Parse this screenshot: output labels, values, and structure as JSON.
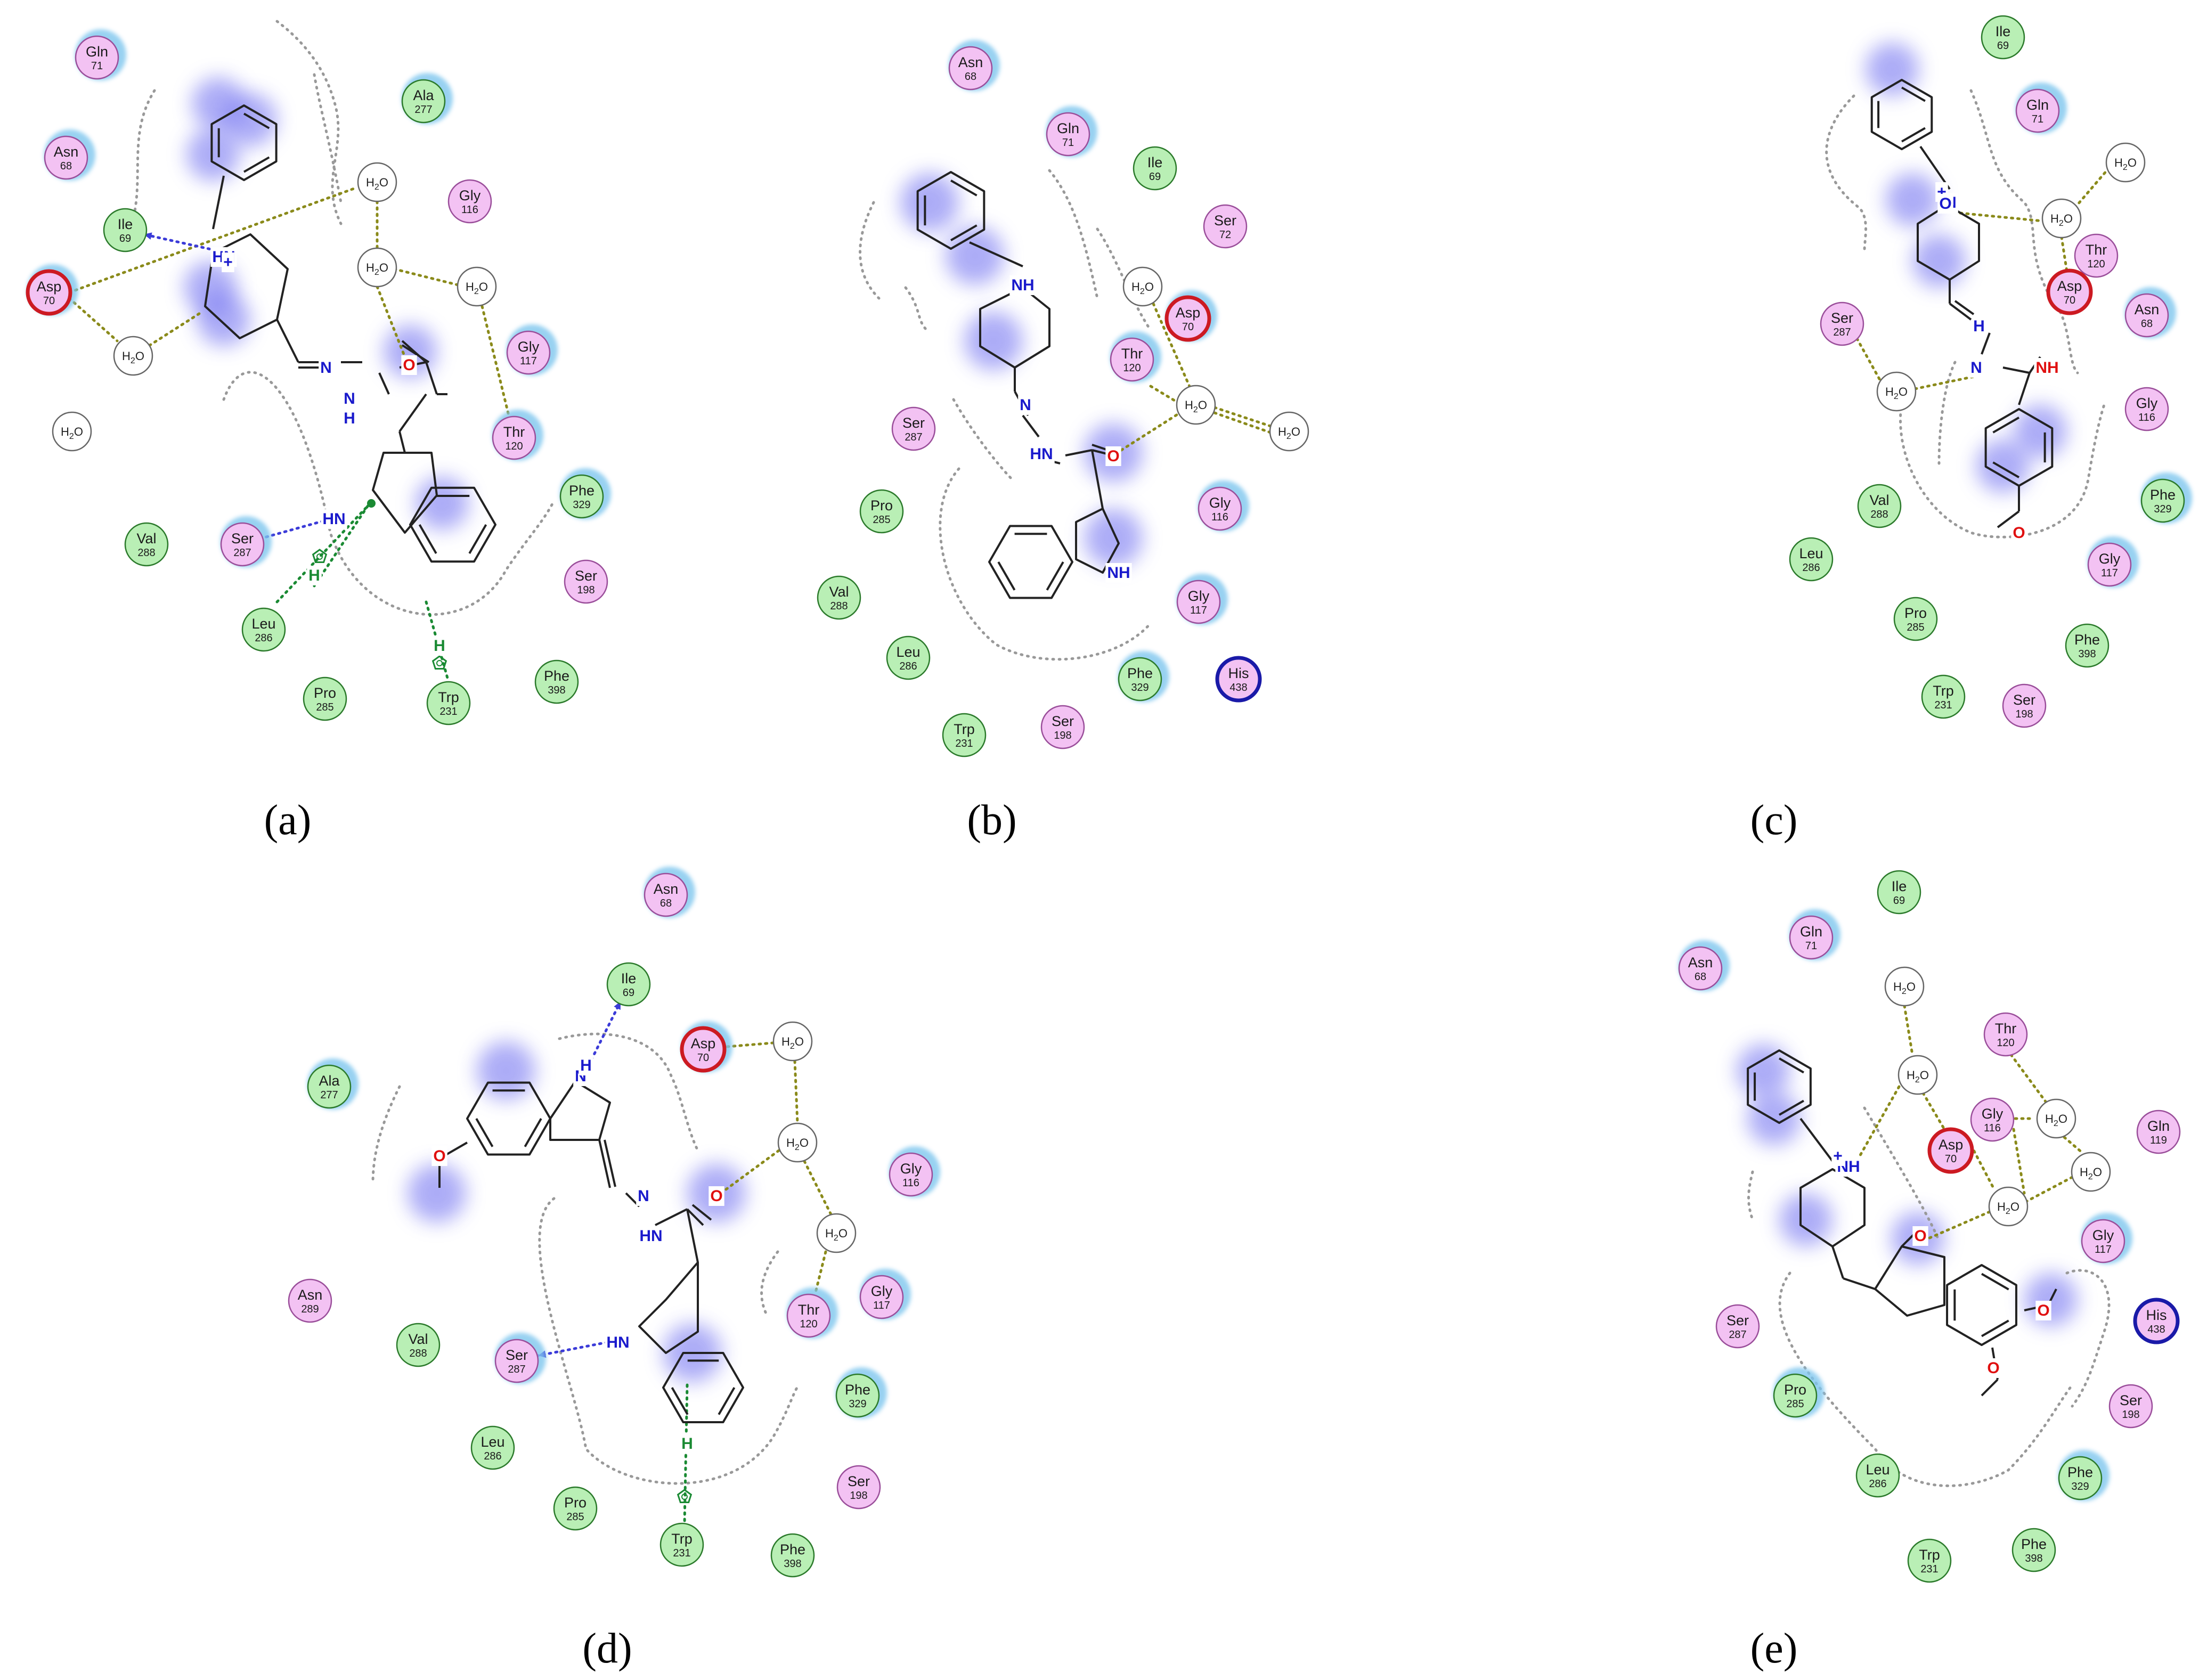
{
  "colors": {
    "hydrophobic": "#b9efb5",
    "polar": "#f3c2f3",
    "negative_ring": "#cc1a22",
    "positive_ring": "#1a1aa8",
    "water": "#ffffff",
    "exposure_halo": "#7fc6ee",
    "ligand_glow": "#6a6af0",
    "hbond": "#3b3bd8",
    "pi_contact": "#1a8a33",
    "water_contact": "#8a8a1a",
    "pocket_outline": "#999999"
  },
  "panels": [
    {
      "id": "a",
      "label": "(a)",
      "residues": [
        {
          "name": "Gln",
          "num": "71",
          "type": "polar",
          "halo": true
        },
        {
          "name": "Asn",
          "num": "68",
          "type": "polar",
          "halo": true
        },
        {
          "name": "Ala",
          "num": "277",
          "type": "hydrophobic",
          "halo": true
        },
        {
          "name": "Ile",
          "num": "69",
          "type": "hydrophobic",
          "halo": false
        },
        {
          "name": "Gly",
          "num": "116",
          "type": "polar",
          "halo": false
        },
        {
          "name": "Asp",
          "num": "70",
          "type": "negative",
          "halo": true
        },
        {
          "name": "Gly",
          "num": "117",
          "type": "polar",
          "halo": true
        },
        {
          "name": "Thr",
          "num": "120",
          "type": "polar",
          "halo": true
        },
        {
          "name": "Phe",
          "num": "329",
          "type": "hydrophobic",
          "halo": true
        },
        {
          "name": "Val",
          "num": "288",
          "type": "hydrophobic",
          "halo": false
        },
        {
          "name": "Ser",
          "num": "287",
          "type": "polar",
          "halo": true
        },
        {
          "name": "Ser",
          "num": "198",
          "type": "polar",
          "halo": false
        },
        {
          "name": "Leu",
          "num": "286",
          "type": "hydrophobic",
          "halo": false
        },
        {
          "name": "Phe",
          "num": "398",
          "type": "hydrophobic",
          "halo": false
        },
        {
          "name": "Pro",
          "num": "285",
          "type": "hydrophobic",
          "halo": false
        },
        {
          "name": "Trp",
          "num": "231",
          "type": "hydrophobic",
          "halo": false
        }
      ],
      "waters": [
        "H2O",
        "H2O",
        "H2O",
        "H2O",
        "H2O"
      ],
      "atoms": [
        "HN",
        "+",
        "O",
        "N",
        "N",
        "H",
        "HN",
        "H",
        "H"
      ]
    },
    {
      "id": "b",
      "label": "(b)",
      "residues": [
        {
          "name": "Asn",
          "num": "68",
          "type": "polar",
          "halo": true
        },
        {
          "name": "Gln",
          "num": "71",
          "type": "polar",
          "halo": true
        },
        {
          "name": "Ile",
          "num": "69",
          "type": "hydrophobic",
          "halo": false
        },
        {
          "name": "Ser",
          "num": "72",
          "type": "polar",
          "halo": false
        },
        {
          "name": "Asp",
          "num": "70",
          "type": "negative",
          "halo": true
        },
        {
          "name": "Thr",
          "num": "120",
          "type": "polar",
          "halo": true
        },
        {
          "name": "Ser",
          "num": "287",
          "type": "polar",
          "halo": false
        },
        {
          "name": "Gly",
          "num": "116",
          "type": "polar",
          "halo": true
        },
        {
          "name": "Pro",
          "num": "285",
          "type": "hydrophobic",
          "halo": false
        },
        {
          "name": "Val",
          "num": "288",
          "type": "hydrophobic",
          "halo": false
        },
        {
          "name": "Gly",
          "num": "117",
          "type": "polar",
          "halo": true
        },
        {
          "name": "Leu",
          "num": "286",
          "type": "hydrophobic",
          "halo": false
        },
        {
          "name": "Phe",
          "num": "329",
          "type": "hydrophobic",
          "halo": true
        },
        {
          "name": "His",
          "num": "438",
          "type": "positive",
          "halo": false
        },
        {
          "name": "Trp",
          "num": "231",
          "type": "hydrophobic",
          "halo": false
        },
        {
          "name": "Ser",
          "num": "198",
          "type": "polar",
          "halo": false
        }
      ],
      "waters": [
        "H2O",
        "H2O",
        "H2O"
      ],
      "atoms": [
        "NH",
        "N",
        "HN",
        "O",
        "NH"
      ]
    },
    {
      "id": "c",
      "label": "(c)",
      "residues": [
        {
          "name": "Ile",
          "num": "69",
          "type": "hydrophobic",
          "halo": false
        },
        {
          "name": "Gln",
          "num": "71",
          "type": "polar",
          "halo": true
        },
        {
          "name": "Thr",
          "num": "120",
          "type": "polar",
          "halo": false
        },
        {
          "name": "Asp",
          "num": "70",
          "type": "negative",
          "halo": false
        },
        {
          "name": "Asn",
          "num": "68",
          "type": "polar",
          "halo": true
        },
        {
          "name": "Ser",
          "num": "287",
          "type": "polar",
          "halo": false
        },
        {
          "name": "Gly",
          "num": "116",
          "type": "polar",
          "halo": false
        },
        {
          "name": "Phe",
          "num": "329",
          "type": "hydrophobic",
          "halo": true
        },
        {
          "name": "Val",
          "num": "288",
          "type": "hydrophobic",
          "halo": false
        },
        {
          "name": "Leu",
          "num": "286",
          "type": "hydrophobic",
          "halo": false
        },
        {
          "name": "Gly",
          "num": "117",
          "type": "polar",
          "halo": true
        },
        {
          "name": "Pro",
          "num": "285",
          "type": "hydrophobic",
          "halo": false
        },
        {
          "name": "Phe",
          "num": "398",
          "type": "hydrophobic",
          "halo": false
        },
        {
          "name": "Trp",
          "num": "231",
          "type": "hydrophobic",
          "halo": false
        },
        {
          "name": "Ser",
          "num": "198",
          "type": "polar",
          "halo": false
        }
      ],
      "waters": [
        "H2O",
        "H2O",
        "H2O"
      ],
      "atoms": [
        "N",
        "+",
        "H",
        "N",
        "NH",
        "O",
        "O"
      ]
    },
    {
      "id": "d",
      "label": "(d)",
      "residues": [
        {
          "name": "Asn",
          "num": "68",
          "type": "polar",
          "halo": true
        },
        {
          "name": "Ile",
          "num": "69",
          "type": "hydrophobic",
          "halo": false
        },
        {
          "name": "Asp",
          "num": "70",
          "type": "negative",
          "halo": true
        },
        {
          "name": "Ala",
          "num": "277",
          "type": "hydrophobic",
          "halo": true
        },
        {
          "name": "Gly",
          "num": "116",
          "type": "polar",
          "halo": true
        },
        {
          "name": "Thr",
          "num": "120",
          "type": "polar",
          "halo": true
        },
        {
          "name": "Gly",
          "num": "117",
          "type": "polar",
          "halo": true
        },
        {
          "name": "Asn",
          "num": "289",
          "type": "polar",
          "halo": false
        },
        {
          "name": "Val",
          "num": "288",
          "type": "hydrophobic",
          "halo": false
        },
        {
          "name": "Ser",
          "num": "287",
          "type": "polar",
          "halo": true
        },
        {
          "name": "Phe",
          "num": "329",
          "type": "hydrophobic",
          "halo": true
        },
        {
          "name": "Leu",
          "num": "286",
          "type": "hydrophobic",
          "halo": false
        },
        {
          "name": "Ser",
          "num": "198",
          "type": "polar",
          "halo": false
        },
        {
          "name": "Pro",
          "num": "285",
          "type": "hydrophobic",
          "halo": false
        },
        {
          "name": "Trp",
          "num": "231",
          "type": "hydrophobic",
          "halo": false
        },
        {
          "name": "Phe",
          "num": "398",
          "type": "hydrophobic",
          "halo": false
        }
      ],
      "waters": [
        "H2O",
        "H2O",
        "H2O"
      ],
      "atoms": [
        "N",
        "H",
        "O",
        "N",
        "HN",
        "O",
        "HN",
        "H"
      ]
    },
    {
      "id": "e",
      "label": "(e)",
      "residues": [
        {
          "name": "Ile",
          "num": "69",
          "type": "hydrophobic",
          "halo": false
        },
        {
          "name": "Gln",
          "num": "71",
          "type": "polar",
          "halo": true
        },
        {
          "name": "Asn",
          "num": "68",
          "type": "polar",
          "halo": true
        },
        {
          "name": "Thr",
          "num": "120",
          "type": "polar",
          "halo": false
        },
        {
          "name": "Gly",
          "num": "116",
          "type": "polar",
          "halo": false
        },
        {
          "name": "Asp",
          "num": "70",
          "type": "negative",
          "halo": false
        },
        {
          "name": "Gln",
          "num": "119",
          "type": "polar",
          "halo": false
        },
        {
          "name": "Gly",
          "num": "117",
          "type": "polar",
          "halo": true
        },
        {
          "name": "His",
          "num": "438",
          "type": "positive",
          "halo": false
        },
        {
          "name": "Ser",
          "num": "287",
          "type": "polar",
          "halo": false
        },
        {
          "name": "Pro",
          "num": "285",
          "type": "hydrophobic",
          "halo": true
        },
        {
          "name": "Ser",
          "num": "198",
          "type": "polar",
          "halo": false
        },
        {
          "name": "Leu",
          "num": "286",
          "type": "hydrophobic",
          "halo": false
        },
        {
          "name": "Phe",
          "num": "329",
          "type": "hydrophobic",
          "halo": true
        },
        {
          "name": "Trp",
          "num": "231",
          "type": "hydrophobic",
          "halo": false
        },
        {
          "name": "Phe",
          "num": "398",
          "type": "hydrophobic",
          "halo": false
        }
      ],
      "waters": [
        "H2O",
        "H2O",
        "H2O",
        "H2O",
        "H2O"
      ],
      "atoms": [
        "NH",
        "+",
        "O",
        "O",
        "O"
      ]
    }
  ]
}
